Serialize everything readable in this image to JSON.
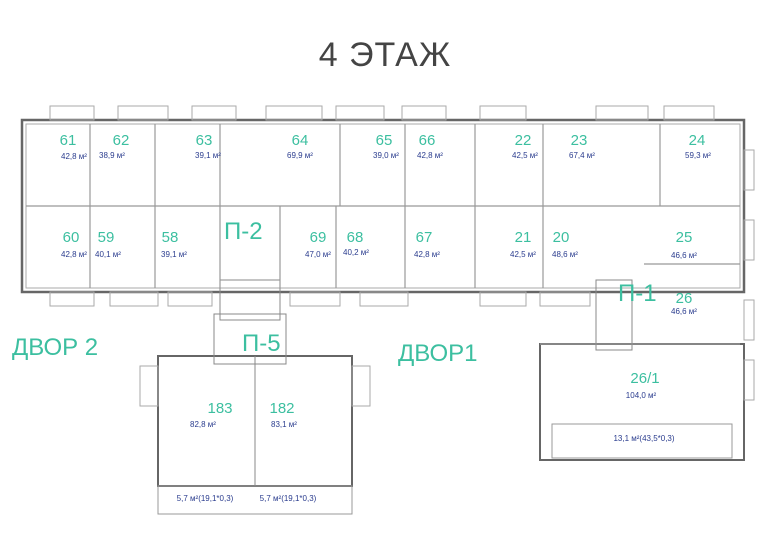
{
  "title": "4 ЭТАЖ",
  "courtyards": [
    "ДВОР 2",
    "ДВОР1"
  ],
  "stairs": [
    "П-2",
    "П-5",
    "П-1"
  ],
  "apartments": [
    {
      "number": "61",
      "area": "42,8 м²"
    },
    {
      "number": "62",
      "area": "38,9 м²"
    },
    {
      "number": "63",
      "area": "39,1 м²"
    },
    {
      "number": "64",
      "area": "69,9 м²"
    },
    {
      "number": "65",
      "area": "39,0 м²"
    },
    {
      "number": "66",
      "area": "42,8 м²"
    },
    {
      "number": "22",
      "area": "42,5 м²"
    },
    {
      "number": "23",
      "area": "67,4 м²"
    },
    {
      "number": "24",
      "area": "59,3 м²"
    },
    {
      "number": "60",
      "area": "42,8 м²"
    },
    {
      "number": "59",
      "area": "40,1 м²"
    },
    {
      "number": "58",
      "area": "39,1 м²"
    },
    {
      "number": "69",
      "area": "47,0 м²"
    },
    {
      "number": "68",
      "area": "40,2 м²"
    },
    {
      "number": "67",
      "area": "42,8 м²"
    },
    {
      "number": "21",
      "area": "42,5 м²"
    },
    {
      "number": "20",
      "area": "48,6 м²"
    },
    {
      "number": "25",
      "area": "46,6 м²"
    },
    {
      "number": "26",
      "area": "46,6 м²"
    },
    {
      "number": "26/1",
      "area": "104,0 м²"
    },
    {
      "number": "183",
      "area": "82,8 м²"
    },
    {
      "number": "182",
      "area": "83,1 м²"
    }
  ],
  "balconies": [
    "5,7 м²(19,1*0,3)",
    "5,7 м²(19,1*0,3)",
    "13,1 м²(43,5*0,3)"
  ]
}
